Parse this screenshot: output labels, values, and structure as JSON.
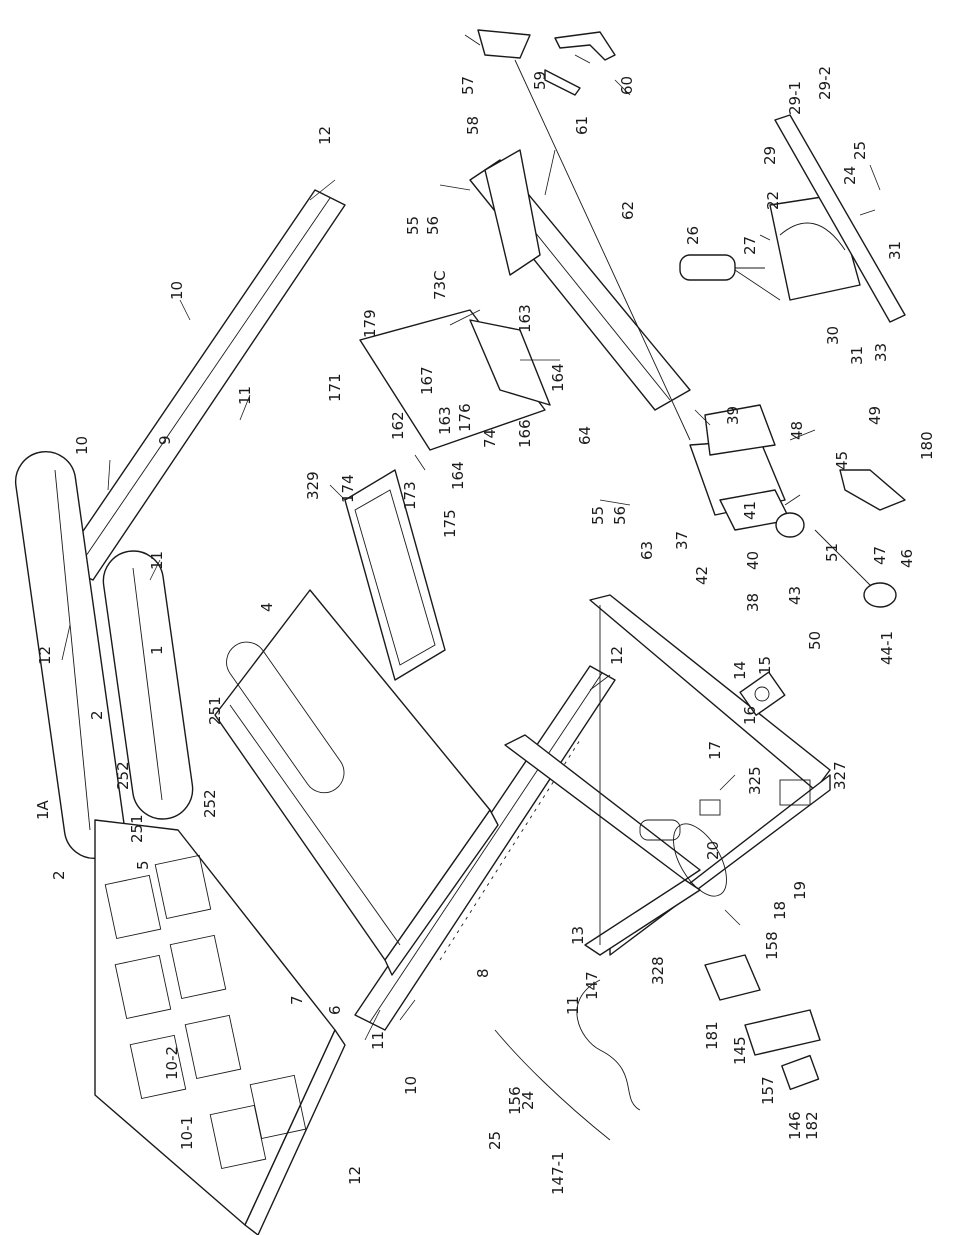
{
  "diagram": {
    "part_labels": [
      "1",
      "1A",
      "2",
      "2",
      "4",
      "5",
      "6",
      "7",
      "8",
      "9",
      "10",
      "10",
      "10",
      "10-1",
      "10-2",
      "11",
      "11",
      "11",
      "11",
      "12",
      "12",
      "12",
      "12",
      "13",
      "14",
      "15",
      "16",
      "17",
      "18",
      "19",
      "20",
      "22",
      "24",
      "24",
      "25",
      "25",
      "26",
      "27",
      "29",
      "29-1",
      "29-2",
      "30",
      "31",
      "31",
      "33",
      "37",
      "38",
      "39",
      "40",
      "41",
      "42",
      "43",
      "44-1",
      "45",
      "46",
      "47",
      "48",
      "49",
      "50",
      "51",
      "55",
      "55",
      "56",
      "56",
      "57",
      "58",
      "59",
      "60",
      "61",
      "62",
      "63",
      "64",
      "73C",
      "74",
      "145",
      "146",
      "147",
      "147-1",
      "156",
      "157",
      "158",
      "162",
      "163",
      "163",
      "164",
      "164",
      "166",
      "167",
      "171",
      "173",
      "174",
      "175",
      "176",
      "179",
      "180",
      "181",
      "182",
      "251",
      "251",
      "252",
      "252",
      "325",
      "327",
      "328",
      "329"
    ]
  }
}
